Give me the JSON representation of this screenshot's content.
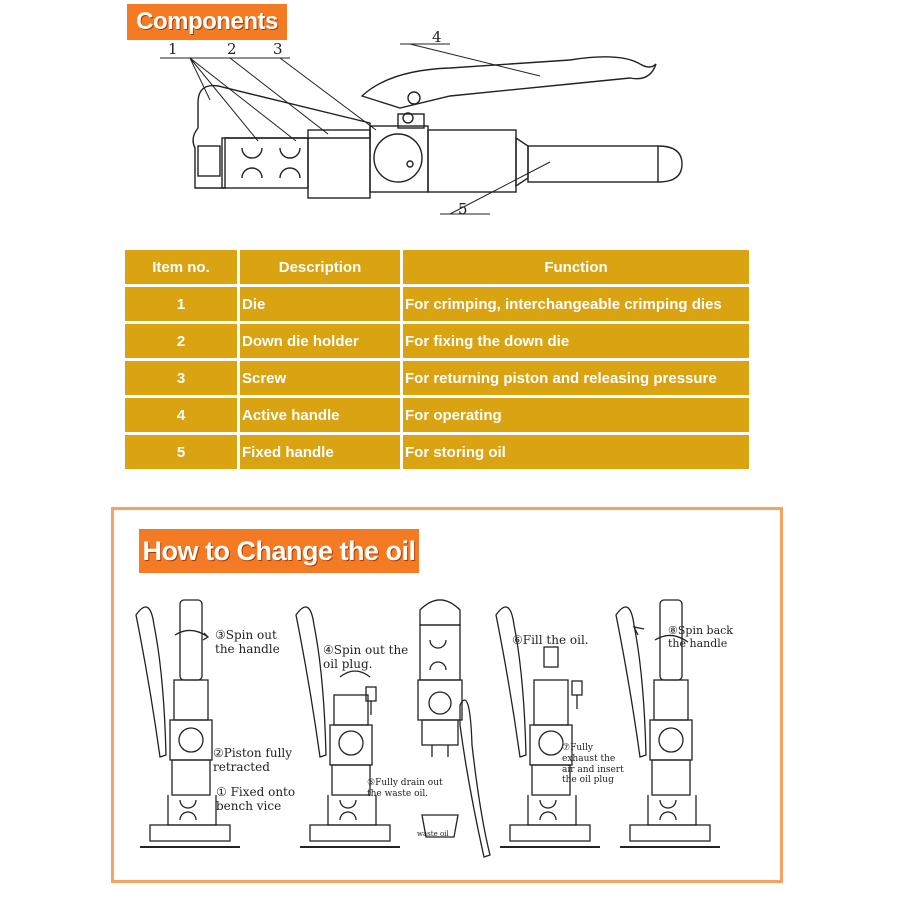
{
  "components": {
    "title": "Components",
    "callouts": [
      "1",
      "2",
      "3",
      "4",
      "5"
    ],
    "table": {
      "headers": [
        "Item no.",
        "Description",
        "Function"
      ],
      "rows": [
        {
          "no": "1",
          "desc": "Die",
          "func": "For crimping, interchangeable crimping dies"
        },
        {
          "no": "2",
          "desc": "Down die holder",
          "func": "For fixing the down die"
        },
        {
          "no": "3",
          "desc": "Screw",
          "func": "For returning piston and releasing pressure"
        },
        {
          "no": "4",
          "desc": "Active handle",
          "func": "For operating"
        },
        {
          "no": "5",
          "desc": "Fixed handle",
          "func": "For storing oil"
        }
      ]
    }
  },
  "oil_change": {
    "title": "How to Change the oil",
    "steps": {
      "s1": "① Fixed onto bench vice",
      "s2": "②Piston fully retracted",
      "s3": "③Spin out the handle",
      "s4": "④Spin out the oil plug.",
      "s5": "⑤Fully drain out the waste oil.",
      "s6": "⑥Fill the oil.",
      "s7": "⑦Fully exhaust the air and insert the oil plug",
      "s8": "⑧Spin back the handle"
    },
    "cup_label": "waste oil"
  },
  "colors": {
    "banner": "#f47a24",
    "table_cell": "#d9a312",
    "frame_border": "#f4a460"
  }
}
